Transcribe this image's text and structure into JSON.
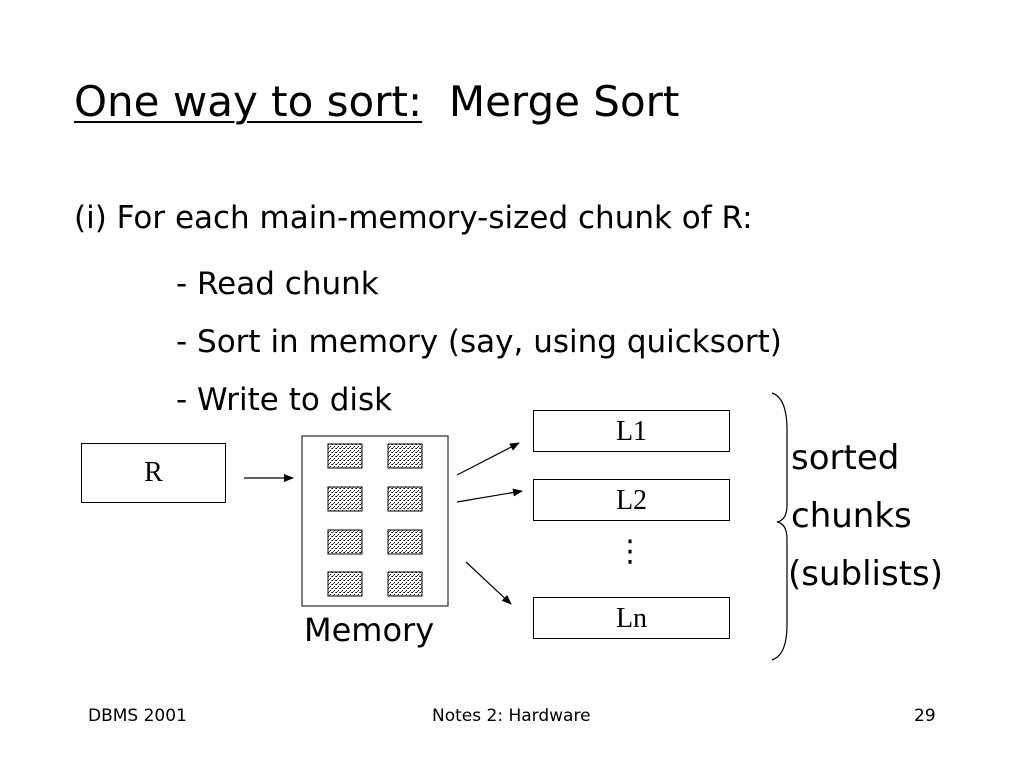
{
  "title": {
    "underlined": "One way to sort:",
    "rest": "Merge Sort"
  },
  "step": "(i) For each main-memory-sized chunk of R:",
  "substeps": [
    "- Read chunk",
    "- Sort in memory (say, using quicksort)",
    "- Write to disk"
  ],
  "diagram": {
    "input_box": "R",
    "memory_label": "Memory",
    "sublists": [
      "L1",
      "L2",
      "Ln"
    ],
    "ellipsis": "⋮",
    "brace_label": [
      "sorted",
      "chunks",
      "(sublists)"
    ]
  },
  "footer": {
    "left": "DBMS 2001",
    "center": "Notes 2: Hardware",
    "right": "29"
  }
}
